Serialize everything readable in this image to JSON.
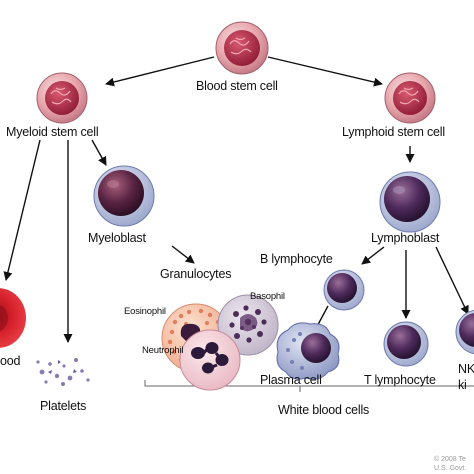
{
  "labels": {
    "blood_stem_cell": "Blood stem cell",
    "myeloid_stem_cell": "Myeloid stem cell",
    "lymphoid_stem_cell": "Lymphoid stem cell",
    "myeloblast": "Myeloblast",
    "lymphoblast": "Lymphoblast",
    "granulocytes": "Granulocytes",
    "eosinophil": "Eosinophil",
    "basophil": "Basophil",
    "neutrophil": "Neutrophil",
    "b_lymphocyte": "B lymphocyte",
    "t_lymphocyte": "T lymphocyte",
    "plasma_cell": "Plasma cell",
    "platelets": "Platelets",
    "red_blood_cell_partial": "ood",
    "nk_cell_partial_1": "NK",
    "nk_cell_partial_2": "ki",
    "white_blood_cells": "White blood cells"
  },
  "copyright": {
    "line1": "© 2008 Te",
    "line2": "U.S. Govt."
  },
  "colors": {
    "stem_cell_pink": "#e8a3a8",
    "stem_cell_nucleus": "#b8324c",
    "blast_nucleus": "#4a2a5e",
    "red_blood_cell": "#c81f2a",
    "granulocyte_cytoplasm": "#f3c0a8",
    "lymphocyte_nucleus": "#3a2652",
    "arrow": "#111111"
  }
}
